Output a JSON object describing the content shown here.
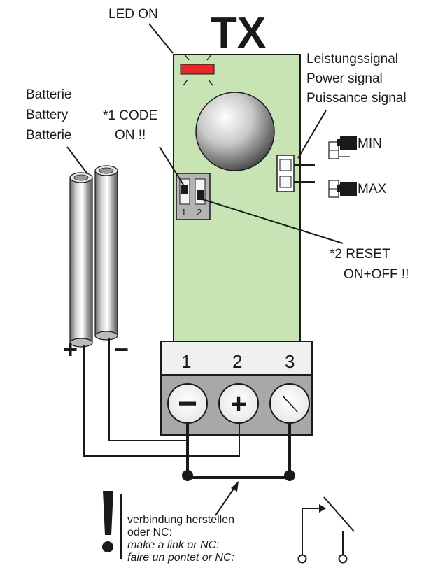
{
  "title": "TX",
  "led_label": "LED ON",
  "battery_label": [
    "Batterie",
    "Battery",
    "Batterie"
  ],
  "code_label": [
    "*1 CODE",
    "ON !!"
  ],
  "dip_numbers": [
    "1",
    "2"
  ],
  "reset_label": [
    "*2 RESET",
    "ON+OFF !!"
  ],
  "power_signal_label": [
    "Leistungssignal",
    "Power signal",
    "Puissance signal"
  ],
  "jumper_min": "MIN",
  "jumper_max": "MAX",
  "battery_plus": "+",
  "battery_minus": "−",
  "terminals": [
    {
      "number": "1",
      "symbol": "−"
    },
    {
      "number": "2",
      "symbol": "+"
    },
    {
      "number": "3",
      "symbol": ""
    }
  ],
  "warning": {
    "mark": "!",
    "lines": [
      "verbindung herstellen",
      "oder  NC:",
      "make a link or  NC:",
      "faire un pontet or NC:"
    ]
  },
  "colors": {
    "board": "#c8e3b4",
    "led": "#e52a2a",
    "terminal_gray": "#a8a8a8",
    "number_strip": "#f0f0f0"
  }
}
